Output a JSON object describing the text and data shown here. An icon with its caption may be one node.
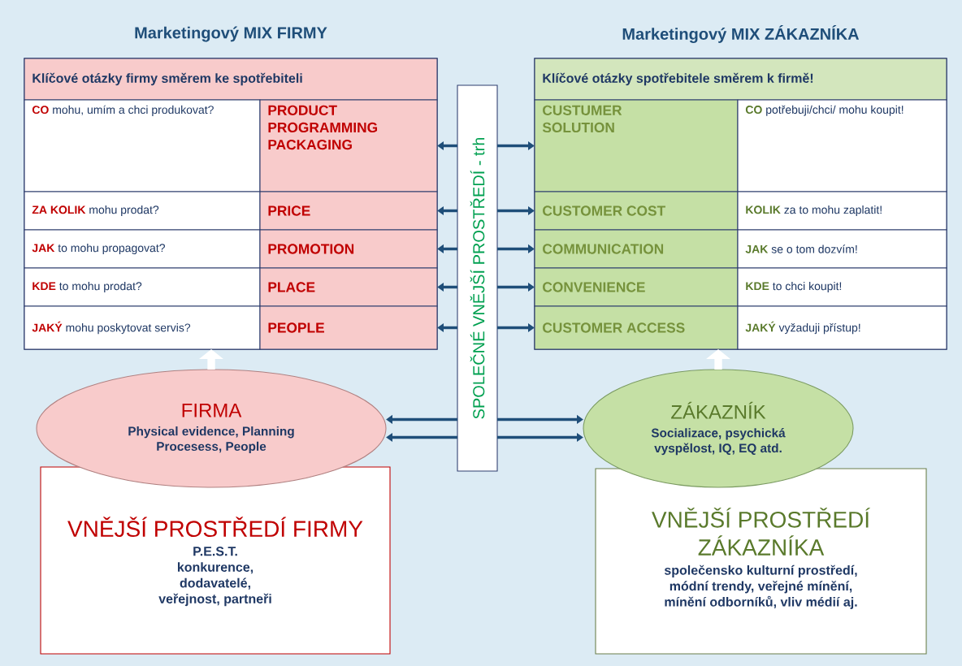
{
  "diagram": {
    "nodes": [
      {
        "text": [
          "Marketingový MIX FIRMY"
        ]
      },
      {
        "text": [
          "Klíčové otázky firmy směrem ke spotřebiteli"
        ],
        "in": 0
      },
      {
        "text": [
          "**CO** mohu, umím a chci produkovat?"
        ],
        "in": 0
      },
      {
        "text": [
          "PRODUCT PROGRAMMING PACKAGING"
        ],
        "in": 0
      },
      {
        "text": [
          "**ZA KOLIK** mohu prodat?"
        ],
        "in": 0
      },
      {
        "text": [
          "PRICE"
        ],
        "in": 0
      },
      {
        "text": [
          "**JAK** to mohu propagovat?"
        ],
        "in": 0
      },
      {
        "text": [
          "PROMOTION"
        ],
        "in": 0
      },
      {
        "text": [
          "**KDE** to mohu prodat?"
        ],
        "in": 0
      },
      {
        "text": [
          "PLACE"
        ],
        "in": 0
      },
      {
        "text": [
          "**JAKÝ** mohu poskytovat servis?"
        ],
        "in": 0
      },
      {
        "text": [
          "PEOPLE"
        ],
        "in": 0
      },
      {
        "text": [
          "SPOLEČNÉ VNĚJŠÍ PROSTŘEDÍ - trh"
        ]
      },
      {
        "text": [
          "Marketingový MIX ZÁKAZNÍKA"
        ]
      },
      {
        "text": [
          "Klíčové otázky spotřebitele směrem k firmě!"
        ],
        "in": 13
      },
      {
        "text": [
          "CUSTUMER SOLUTION"
        ],
        "in": 13
      },
      {
        "text": [
          "**CO** potřebuji/chci/ mohu koupit!"
        ],
        "in": 13
      },
      {
        "text": [
          "CUSTOMER COST"
        ],
        "in": 13
      },
      {
        "text": [
          "**KOLIK** za to mohu zaplatit!"
        ],
        "in": 13
      },
      {
        "text": [
          "COMMUNICATION"
        ],
        "in": 13
      },
      {
        "text": [
          "**JAK** se o tom dozvím!"
        ],
        "in": 13
      },
      {
        "text": [
          "CONVENIENCE"
        ],
        "in": 13
      },
      {
        "text": [
          "**KDE** to chci koupit!"
        ],
        "in": 13
      },
      {
        "text": [
          "CUSTOMER ACCESS"
        ],
        "in": 13
      },
      {
        "text": [
          "**JAKÝ** vyžaduji přístup!"
        ],
        "in": 13
      },
      {
        "text": [
          "FIRMA",
          "Physical evidence, Planning Procesess, People"
        ]
      },
      {
        "text": [
          "VNĚJŠÍ PROSTŘEDÍ FIRMY",
          "P.E.S.T. konkurence, dodavatelé, veřejnost, partneři"
        ]
      },
      {
        "text": [
          "ZÁKAZNÍK",
          "Socializace, psychická vyspělost, IQ, EQ atd."
        ]
      },
      {
        "text": [
          "VNĚJŠÍ PROSTŘEDÍ ZÁKAZNÍKA",
          "společensko kulturní prostředí, módní trendy, veřejné mínění, mínění odborníků, vliv médií aj."
        ]
      }
    ],
    "edges": [
      {
        "from": 12,
        "to": 3,
        "arrow": "to"
      },
      {
        "from": 12,
        "to": 5,
        "arrow": "to"
      },
      {
        "from": 12,
        "to": 7,
        "arrow": "to"
      },
      {
        "from": 12,
        "to": 9,
        "arrow": "to"
      },
      {
        "from": 12,
        "to": 11,
        "arrow": "to"
      },
      {
        "from": 12,
        "to": 15,
        "arrow": "to"
      },
      {
        "from": 12,
        "to": 17,
        "arrow": "to"
      },
      {
        "from": 12,
        "to": 19,
        "arrow": "to"
      },
      {
        "from": 12,
        "to": 21,
        "arrow": "to"
      },
      {
        "from": 12,
        "to": 23,
        "arrow": "to"
      },
      {
        "from": 25,
        "to": 0,
        "arrow": "to",
        "style": "thick",
        "color": "#ffffff"
      },
      {
        "from": 27,
        "to": 13,
        "arrow": "to",
        "style": "thick",
        "color": "#ffffff"
      },
      {
        "from": 12,
        "to": 25,
        "arrow": "to"
      },
      {
        "from": 12,
        "to": 25,
        "arrow": "to"
      },
      {
        "from": 12,
        "to": 27,
        "arrow": "to"
      },
      {
        "from": 12,
        "to": 27,
        "arrow": "to"
      }
    ]
  }
}
